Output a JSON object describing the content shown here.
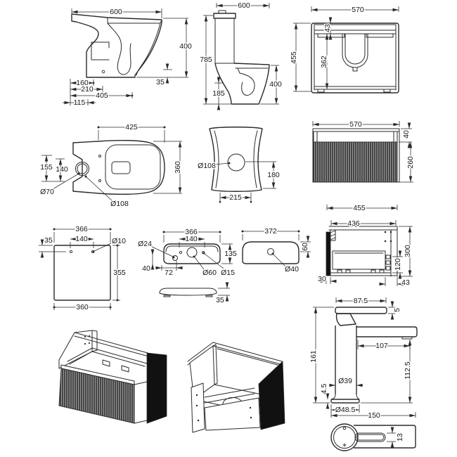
{
  "page": {
    "background": "#ffffff",
    "line_color": "#2a2a2a",
    "text_color": "#161616",
    "fluting_dark": "#454545",
    "fluting_light": "#989898",
    "panel_black": "#111111"
  },
  "views": {
    "pan_side": {
      "w600": "600",
      "h400": "400",
      "s35": "35",
      "o160": "160",
      "o210": "210",
      "o405": "405",
      "o115": "115"
    },
    "wc_side": {
      "w600": "600",
      "h785": "785",
      "h400": "400",
      "h185": "185"
    },
    "van_sec": {
      "w570": "570",
      "h455": "455",
      "r43": "43",
      "b362": "362"
    },
    "pan_top": {
      "l425": "425",
      "w360": "360",
      "c155": "155",
      "c140": "140",
      "d70": "Ø70",
      "d108": "Ø108"
    },
    "pan_back": {
      "d108": "Ø108",
      "h180": "180",
      "w215": "215"
    },
    "van_front": {
      "w570": "570",
      "t40": "40",
      "h260": "260"
    },
    "counter": {
      "w366": "366",
      "c140": "140",
      "e35": "35",
      "d10": "Ø10",
      "d355": "355",
      "w360": "360"
    },
    "basin_back": {
      "w366": "366",
      "c140": "140",
      "d24": "Ø24",
      "l40": "40",
      "o72": "72",
      "d60": "Ø60",
      "d15": "Ø15",
      "h135": "135",
      "t35": "35"
    },
    "basin_plan": {
      "w372": "372",
      "r60": "60",
      "d40": "Ø40"
    },
    "van_side": {
      "d455": "455",
      "i436": "436",
      "h300": "300",
      "dr120": "120",
      "f30": "30",
      "b43": "43"
    },
    "tap_side": {
      "s87": "87.5",
      "l5": "5",
      "h161": "161",
      "r107": "107",
      "sh112": "112.5",
      "b39": "Ø39",
      "lip45": "4.5",
      "base48": "Ø48.5"
    },
    "tap_plan": {
      "l150": "150",
      "w13": "13"
    }
  }
}
